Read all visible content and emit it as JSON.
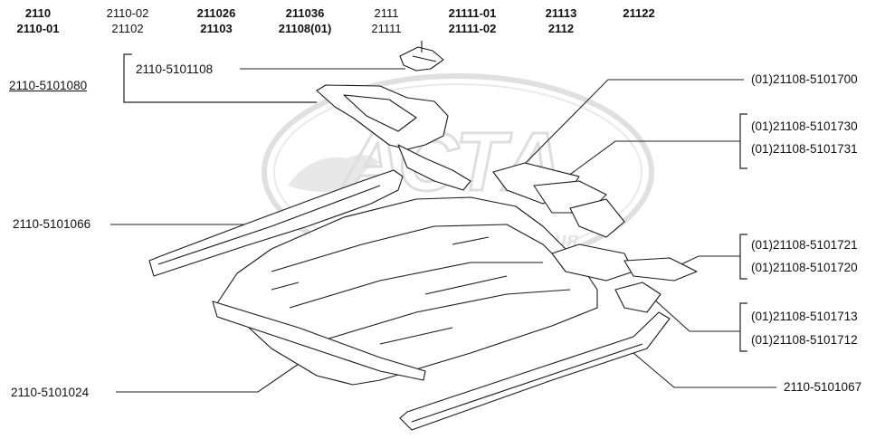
{
  "models": [
    {
      "top": "2110",
      "bottom": "2110-01"
    },
    {
      "top": "2110-02",
      "bottom": "21102"
    },
    {
      "top": "211026",
      "bottom": "21103"
    },
    {
      "top": "211036",
      "bottom": "21108(01)"
    },
    {
      "top": "2111",
      "bottom": "21111"
    },
    {
      "top": "21111-01",
      "bottom": "21111-02"
    },
    {
      "top": "21113",
      "bottom": "2112"
    },
    {
      "top": "21122",
      "bottom": ""
    }
  ],
  "assembly": "2110-5101080",
  "parts_left": {
    "bracket": "2110-5101108",
    "side_member": "2110-5101066",
    "floor_panel": "2110-5101024"
  },
  "parts_right": {
    "p1": "(01)21108-5101700",
    "p2": "(01)21108-5101730",
    "p3": "(01)21108-5101731",
    "p4": "(01)21108-5101721",
    "p5": "(01)21108-5101720",
    "p6": "(01)21108-5101713",
    "p7": "(01)21108-5101712",
    "sill": "2110-5101067"
  },
  "watermark": {
    "brand": "АСТА",
    "tagline": "Автомобилия"
  }
}
